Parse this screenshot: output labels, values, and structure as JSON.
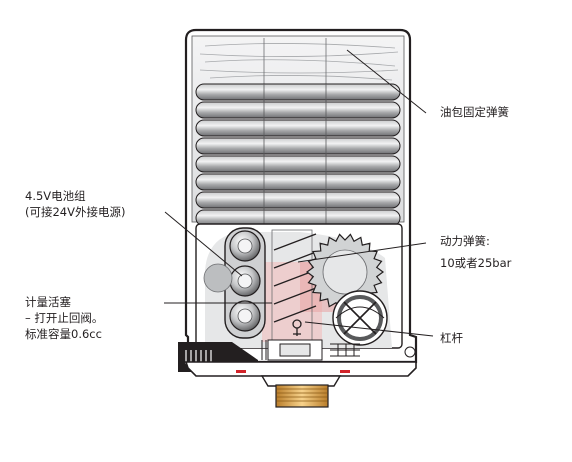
{
  "labels": {
    "oil_bag_spring": "油包固定弹簧",
    "battery_line1": "4.5V电池组",
    "battery_line2": "(可接24V外接电源)",
    "power_spring_line1": "动力弹簧:",
    "power_spring_line2": "10或者25bar",
    "piston_line1": "计量活塞",
    "piston_line2": "– 打开止回阀。",
    "piston_line3": "标准容量0.6cc",
    "lever": "杠杆"
  },
  "colors": {
    "housing_stroke": "#231f20",
    "coil_gray": "#9a9b9d",
    "coil_highlight": "#e6e7e8",
    "pink_accent": "#e8a9a9",
    "brass": "#e8b15a",
    "accent_red": "#d2232a"
  }
}
